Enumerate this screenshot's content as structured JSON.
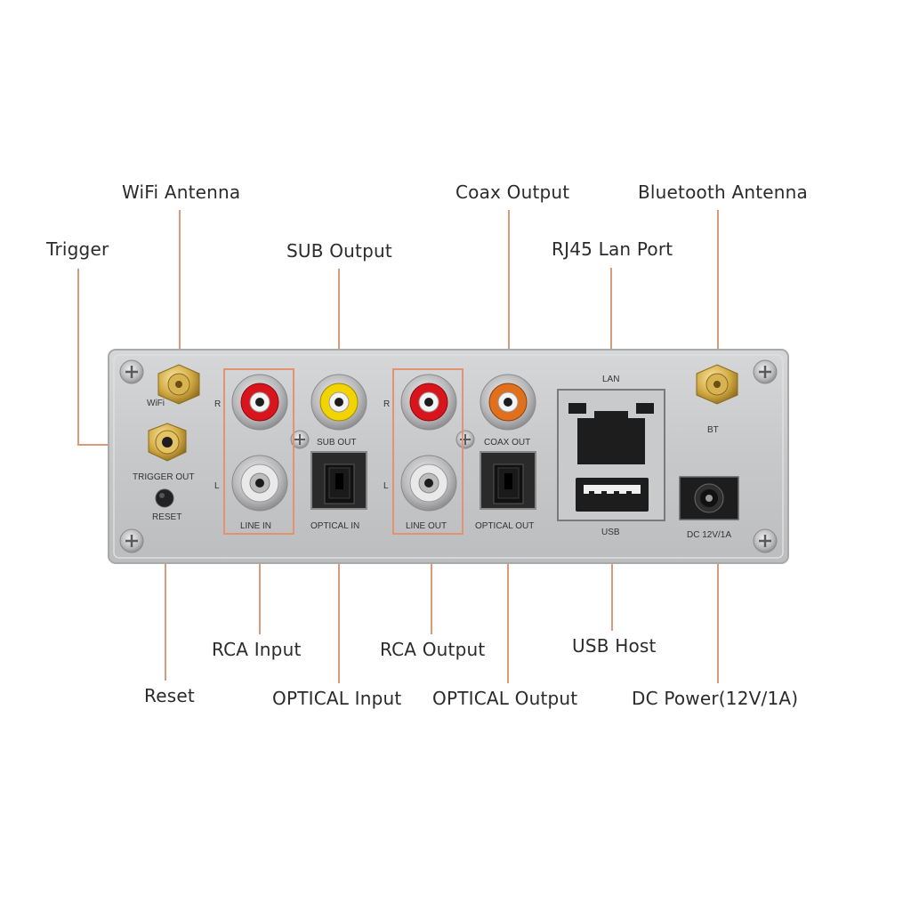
{
  "callouts": {
    "wifi_antenna": "WiFi Antenna",
    "trigger": "Trigger",
    "sub_output": "SUB Output",
    "coax_output": "Coax Output",
    "rj45_lan_port": "RJ45 Lan Port",
    "bluetooth_antenna": "Bluetooth Antenna",
    "rca_input": "RCA Input",
    "reset": "Reset",
    "optical_input": "OPTICAL Input",
    "rca_output": "RCA Output",
    "optical_output": "OPTICAL Output",
    "usb_host": "USB Host",
    "dc_power": "DC Power(12V/1A)"
  },
  "panel_labels": {
    "wifi": "WiFi",
    "r_in": "R",
    "l_in": "L",
    "r_out": "R",
    "l_out": "L",
    "sub_out": "SUB OUT",
    "coax_out": "COAX OUT",
    "trigger_out": "TRIGGER OUT",
    "reset": "RESET",
    "line_in": "LINE IN",
    "optical_in": "OPTICAL IN",
    "line_out": "LINE OUT",
    "optical_out": "OPTICAL OUT",
    "lan": "LAN",
    "usb": "USB",
    "bt": "BT",
    "dc": "DC 12V/1A"
  },
  "colors": {
    "leader_line": "#d79a7a",
    "panel": "#c4c5c7",
    "rca_red": "#d8141c",
    "rca_yellow": "#f2d400",
    "rca_orange": "#e0701c",
    "gold": "#c9a23c"
  }
}
